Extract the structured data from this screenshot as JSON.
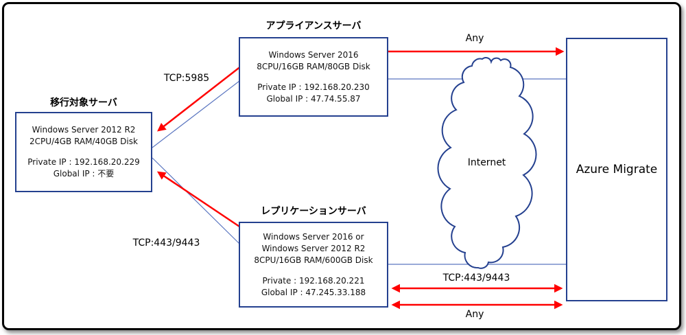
{
  "colors": {
    "accent_red": "#ff0000",
    "box_border_navy": "#24408f",
    "connector_blue": "#5b76c0"
  },
  "nodes": {
    "target_server": {
      "title": "移行対象サーバ",
      "specs": [
        "Windows Server 2012 R2",
        "2CPU/4GB RAM/40GB Disk"
      ],
      "ips": [
        "Private IP : 192.168.20.229",
        "Global IP : 不要"
      ]
    },
    "appliance_server": {
      "title": "アプライアンスサーバ",
      "specs": [
        "Windows Server 2016",
        "8CPU/16GB RAM/80GB Disk"
      ],
      "ips": [
        "Private IP : 192.168.20.230",
        "Global IP : 47.74.55.87"
      ]
    },
    "replication_server": {
      "title": "レプリケーションサーバ",
      "specs": [
        "Windows Server 2016 or",
        "Windows Server 2012 R2",
        "8CPU/16GB RAM/600GB Disk"
      ],
      "ips": [
        "Private : 192.168.20.221",
        "Global IP : 47.245.33.188"
      ]
    },
    "azure_migrate": {
      "label": "Azure Migrate"
    },
    "internet_cloud": {
      "label": "Internet"
    }
  },
  "arrow_labels": {
    "appliance_to_target": "TCP:5985",
    "appliance_to_azure": "Any",
    "replication_to_target": "TCP:443/9443",
    "replication_azure_ports": "TCP:443/9443",
    "replication_azure_any": "Any"
  }
}
